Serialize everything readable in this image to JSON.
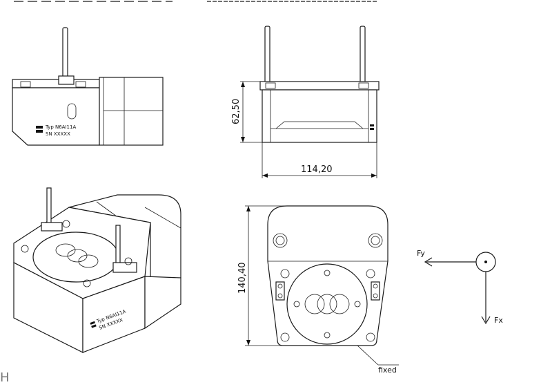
{
  "header_fragment": "H",
  "nameplate": {
    "type_text": "Typ N6AI11A",
    "serial_text": "SN XXXXX"
  },
  "dimensions": {
    "height": "62,50",
    "width": "114,20",
    "depth": "140,40"
  },
  "annotations": {
    "fixed_label": "fixed"
  },
  "force_diagram": {
    "fy_label": "Fy",
    "fx_label": "Fx"
  }
}
